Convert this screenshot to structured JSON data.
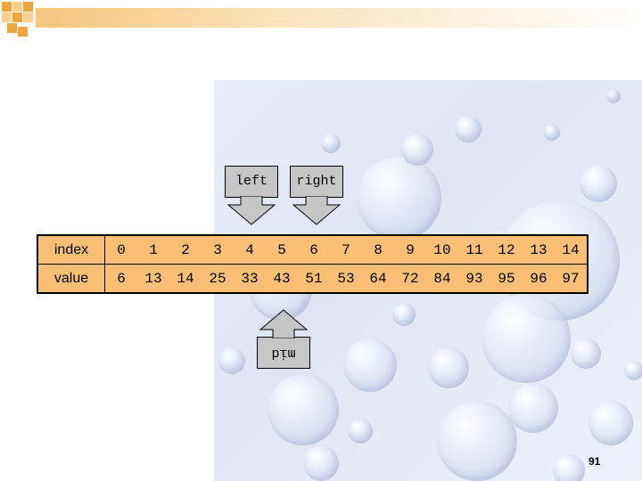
{
  "array": {
    "row_labels": {
      "index": "index",
      "value": "value"
    },
    "indices": [
      "0",
      "1",
      "2",
      "3",
      "4",
      "5",
      "6",
      "7",
      "8",
      "9",
      "10",
      "11",
      "12",
      "13",
      "14"
    ],
    "values": [
      "6",
      "13",
      "14",
      "25",
      "33",
      "43",
      "51",
      "53",
      "64",
      "72",
      "84",
      "93",
      "95",
      "96",
      "97"
    ]
  },
  "pointers": {
    "left": "left",
    "right": "right",
    "mid": "mid"
  },
  "page_number": "91",
  "colors": {
    "table_fill": "#f9bf74",
    "pointer_fill": "#c6c6c6",
    "accent": "#f2a33a"
  }
}
